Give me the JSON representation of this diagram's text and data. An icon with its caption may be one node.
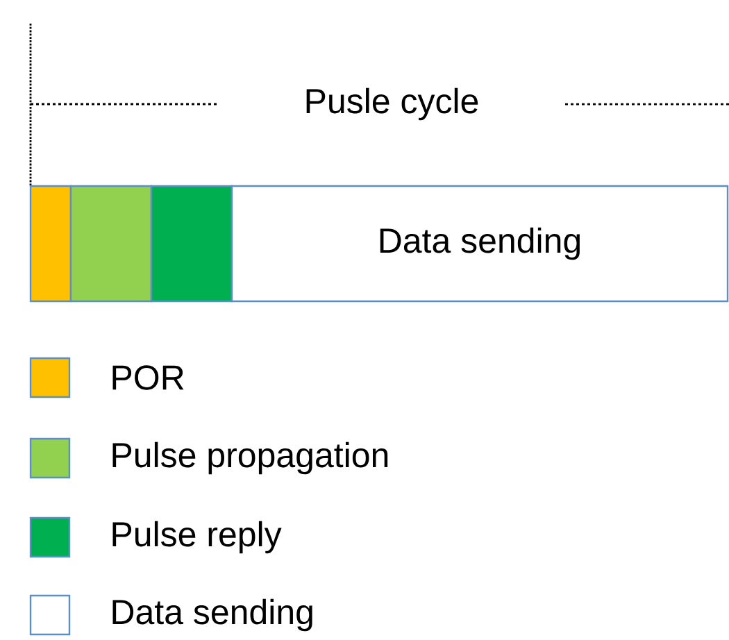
{
  "diagram": {
    "nodes": [
      {
        "text": [],
        "shape": "box"
      },
      {
        "text": [],
        "shape": "box"
      },
      {
        "text": [],
        "shape": "box"
      },
      {
        "text": [
          "Data sending"
        ]
      }
    ],
    "labels": [
      "Pusle cycle"
    ],
    "legend": [
      {
        "text": "POR",
        "color": "#ffc000"
      },
      {
        "text": "Pulse propagation",
        "color": "#92d050"
      },
      {
        "text": "Pulse reply",
        "color": "#00b050"
      },
      {
        "text": "Data sending"
      }
    ]
  }
}
